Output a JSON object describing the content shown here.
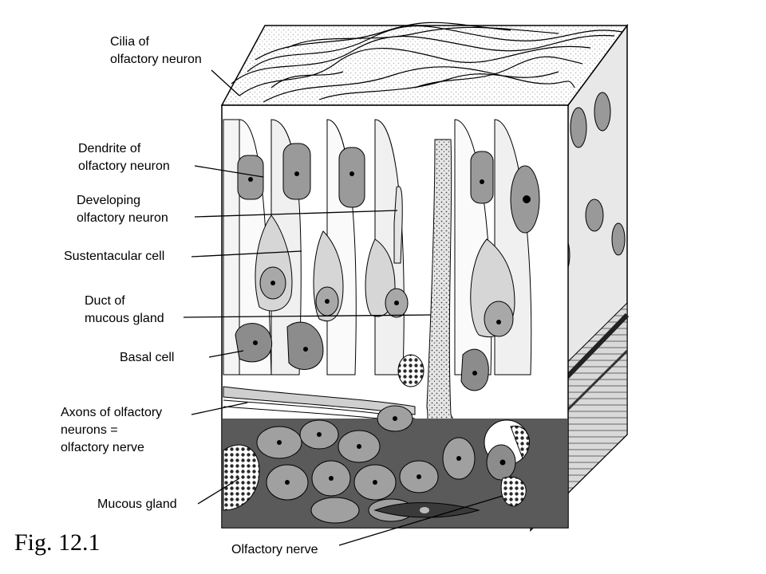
{
  "labels": {
    "cilia": "Cilia of\nolfactory neuron",
    "dendrite": "Dendrite of\nolfactory neuron",
    "developing": "Developing\nolfactory neuron",
    "sustentacular": "Sustentacular cell",
    "duct": "Duct of\nmucous gland",
    "basal": "Basal cell",
    "axons": "Axons of olfactory\nneurons =\nolfactory nerve",
    "mucous_gland": "Mucous gland",
    "olfactory_nerve": "Olfactory nerve"
  },
  "figure_caption": "Fig. 12.1"
}
